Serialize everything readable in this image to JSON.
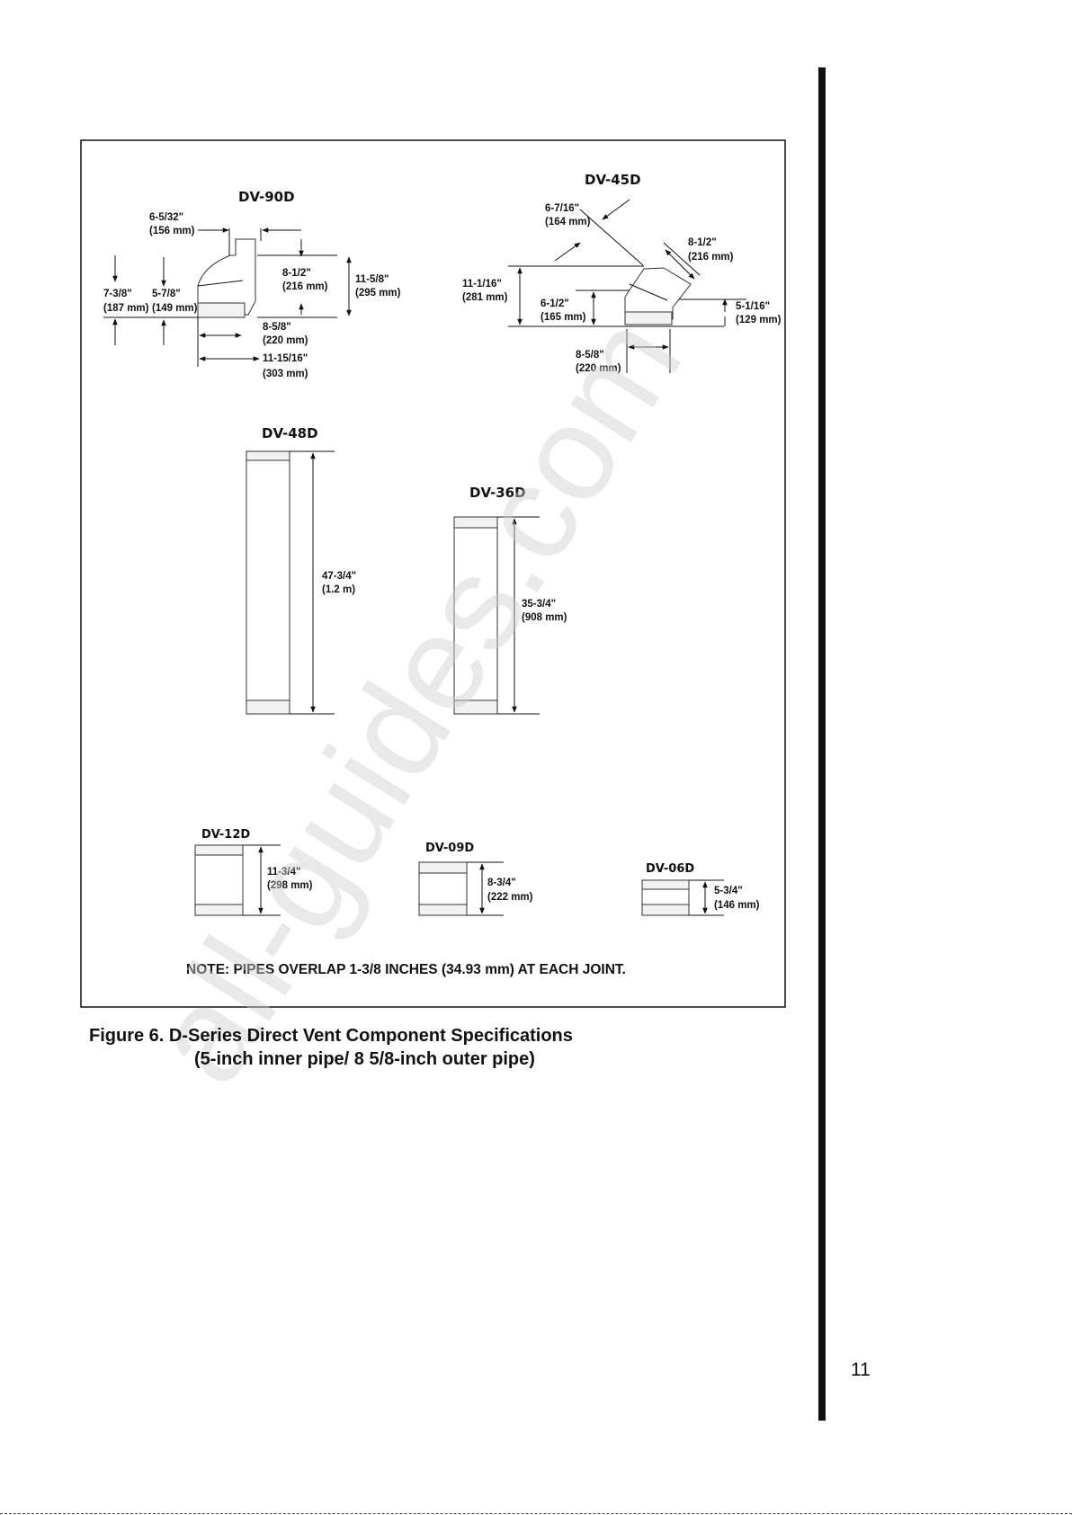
{
  "figure": {
    "dv90d": {
      "title": "DV-90D",
      "labels": [
        "6-5/32\"",
        "(156 mm)",
        "8-1/2\"",
        "(216 mm)",
        "11-5/8\"",
        "(295 mm)",
        "7-3/8\"",
        "(187 mm)",
        "5-7/8\"",
        "(149 mm)",
        "8-5/8\"",
        "(220 mm)",
        "11-15/16\"",
        "(303 mm)"
      ]
    },
    "dv45d": {
      "title": "DV-45D",
      "labels": [
        "6-7/16\"",
        "(164 mm)",
        "8-1/2\"",
        "(216 mm)",
        "11-1/16\"",
        "(281 mm)",
        "6-1/2\"",
        "(165 mm)",
        "5-1/16\"",
        "(129 mm)",
        "8-5/8\"",
        "(220 mm)"
      ]
    },
    "dv48d": {
      "title": "DV-48D",
      "labels": [
        "47-3/4\"",
        "(1.2 m)"
      ]
    },
    "dv36d": {
      "title": "DV-36D",
      "labels": [
        "35-3/4\"",
        "(908 mm)"
      ]
    },
    "dv12d": {
      "title": "DV-12D",
      "labels": [
        "11-3/4\"",
        "(298 mm)"
      ]
    },
    "dv09d": {
      "title": "DV-09D",
      "labels": [
        "8-3/4\"",
        "(222 mm)"
      ]
    },
    "dv06d": {
      "title": "DV-06D",
      "labels": [
        "5-3/4\"",
        "(146 mm)"
      ]
    },
    "note": "NOTE:  PIPES OVERLAP 1-3/8 INCHES (34.93 mm) AT EACH JOINT."
  },
  "caption": {
    "line1": "Figure 6.   D-Series Direct Vent Component Specifications",
    "line2": "(5-inch inner pipe/  8 5/8-inch outer pipe)"
  },
  "page_number": "11",
  "watermark": "all-guides.com"
}
